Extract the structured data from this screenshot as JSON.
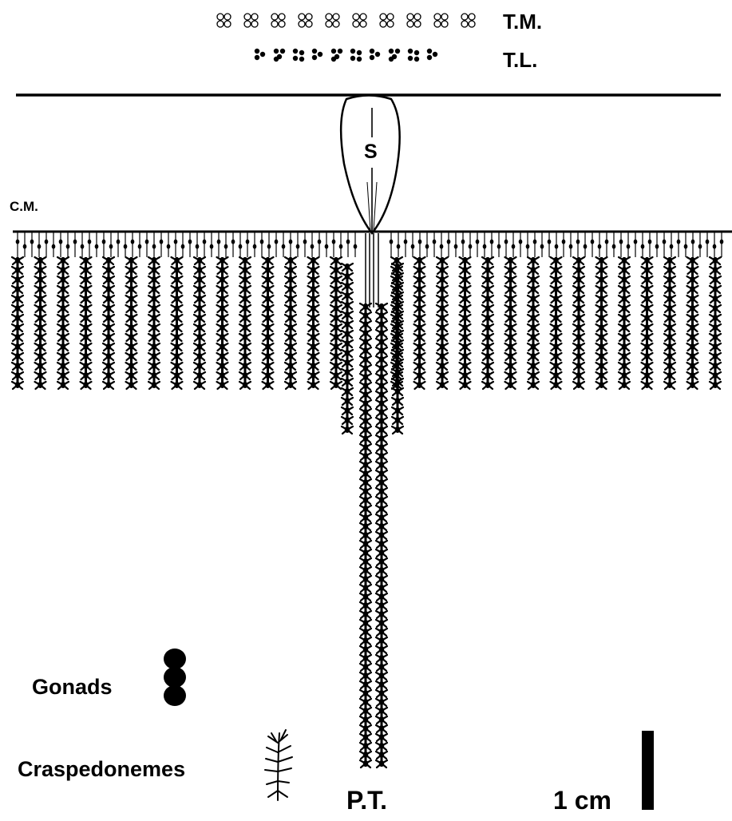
{
  "labels": {
    "tm": "T.M.",
    "tl": "T.L.",
    "cm": "C.M.",
    "s": "S",
    "gonads": "Gonads",
    "craspedonemes": "Craspedonemes",
    "pt": "P.T.",
    "scale": "1 cm"
  },
  "colors": {
    "ink": "#000000",
    "background": "#ffffff"
  },
  "counts": {
    "tm_groups": 10,
    "tl_groups": 10,
    "craspedonemes_per_side": 15,
    "gonads_shown": 3
  }
}
